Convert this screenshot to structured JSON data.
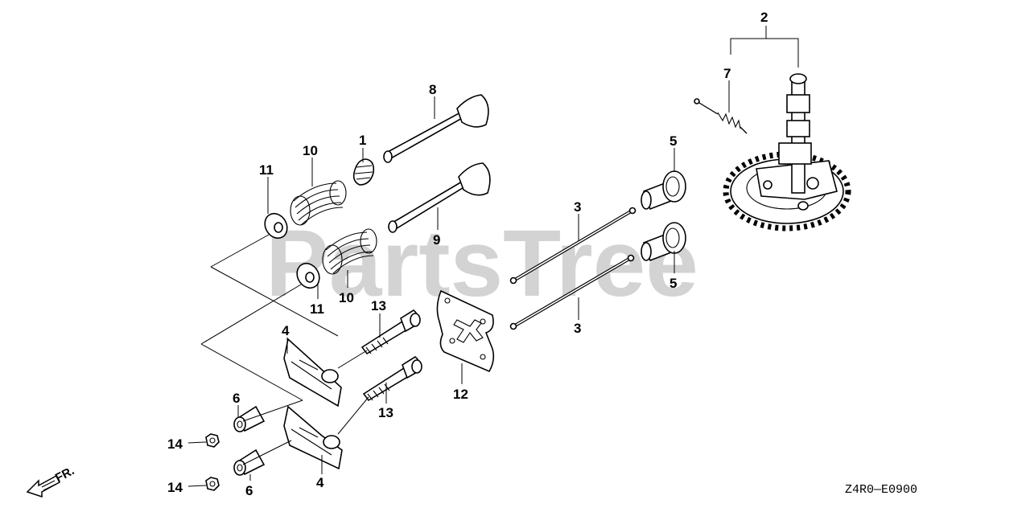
{
  "watermark": "PartsTree",
  "diagram_code": "Z4R0—E0900",
  "direction_label": "FR.",
  "icons": [
    "front-direction-arrow-icon"
  ],
  "callouts": {
    "c1": "1",
    "c2": "2",
    "c3a": "3",
    "c3b": "3",
    "c4a": "4",
    "c4b": "4",
    "c5a": "5",
    "c5b": "5",
    "c6a": "6",
    "c6b": "6",
    "c7": "7",
    "c8": "8",
    "c9": "9",
    "c10a": "10",
    "c10b": "10",
    "c11a": "11",
    "c11b": "11",
    "c12": "12",
    "c13a": "13",
    "c13b": "13",
    "c14a": "14",
    "c14b": "14"
  }
}
